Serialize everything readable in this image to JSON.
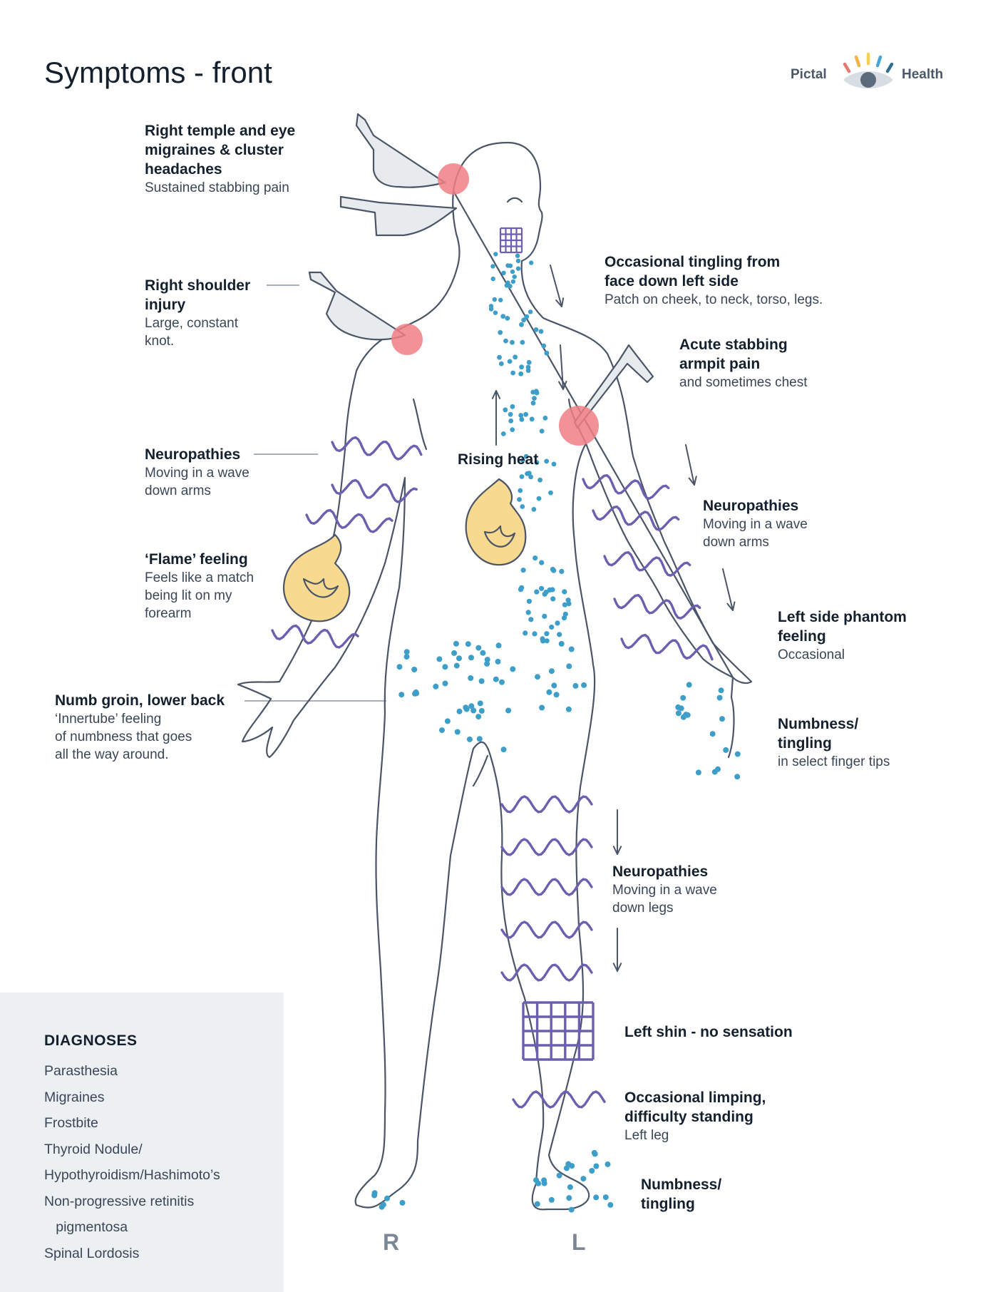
{
  "title": "Symptoms - front",
  "logo": {
    "left_word": "Pictal",
    "right_word": "Health",
    "icon": "eye-icon"
  },
  "colors": {
    "outline": "#4a5568",
    "pain": "#f07f84",
    "tingling": "#3d9ec9",
    "neuropathy": "#6c5fb0",
    "flame_fill": "#f7d98f",
    "flame_stroke": "#4a5568",
    "panel": "#edf0f3"
  },
  "annotations": [
    {
      "id": "temple",
      "heading": "Right temple and eye\nmigraines & cluster\nheadaches",
      "sub": "Sustained  stabbing pain"
    },
    {
      "id": "shoulder",
      "heading": "Right shoulder\ninjury",
      "sub": "Large, constant\nknot."
    },
    {
      "id": "neuro-right-arm",
      "heading": "Neuropathies",
      "sub": "Moving in a wave\ndown arms"
    },
    {
      "id": "flame",
      "heading": "‘Flame’ feeling",
      "sub": "Feels like a match\nbeing lit on my\nforearm"
    },
    {
      "id": "groin",
      "heading": "Numb groin, lower back",
      "sub": "‘Innertube’ feeling\nof numbness that goes\nall the way around."
    },
    {
      "id": "tingling-face",
      "heading": "Occasional tingling from\nface down left side",
      "sub": "Patch on cheek, to neck, torso, legs."
    },
    {
      "id": "armpit",
      "heading": "Acute stabbing\narmpit pain",
      "sub": "and sometimes chest"
    },
    {
      "id": "rising-heat",
      "heading": "Rising heat",
      "sub": ""
    },
    {
      "id": "neuro-left-arm",
      "heading": "Neuropathies",
      "sub": "Moving in a wave\ndown arms"
    },
    {
      "id": "phantom",
      "heading": "Left side phantom\nfeeling",
      "sub": "Occasional"
    },
    {
      "id": "finger-tips",
      "heading": "Numbness/\ntingling",
      "sub": "in select finger tips"
    },
    {
      "id": "neuro-legs",
      "heading": "Neuropathies",
      "sub": "Moving in a wave\ndown legs"
    },
    {
      "id": "shin",
      "heading": "Left shin - no sensation",
      "sub": ""
    },
    {
      "id": "limping",
      "heading": "Occasional limping,\ndifficulty standing",
      "sub": "Left leg"
    },
    {
      "id": "feet",
      "heading": "Numbness/\ntingling",
      "sub": ""
    }
  ],
  "side_labels": {
    "right": "R",
    "left": "L"
  },
  "diagnoses": {
    "heading": "DIAGNOSES",
    "items": [
      "Parasthesia",
      "Migraines",
      "Frostbite",
      "Thyroid Nodule/",
      "Hypothyroidism/Hashimoto’s",
      "Non-progressive retinitis",
      "   pigmentosa",
      "Spinal Lordosis"
    ]
  }
}
